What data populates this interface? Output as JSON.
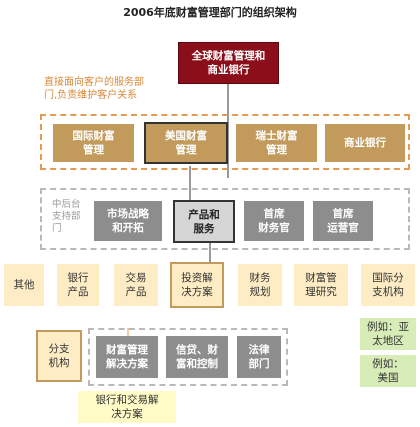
{
  "title": "2006年底财富管理部门的组织架构",
  "top": {
    "line1": "全球财富管理和",
    "line2": "商业银行"
  },
  "note": {
    "line1": "直接面向客户的服务部",
    "line2": "门,负责维护客户关系"
  },
  "front_units": [
    {
      "line1": "国际财富",
      "line2": "管理"
    },
    {
      "line1": "美国财富",
      "line2": "管理"
    },
    {
      "line1": "瑞士财富",
      "line2": "管理"
    },
    {
      "line1": "商业银行",
      "line2": ""
    }
  ],
  "mid_label": {
    "line1": "中后台",
    "line2": "支持部",
    "line3": "门"
  },
  "mid_units": [
    {
      "line1": "市场战略",
      "line2": "和开拓"
    },
    {
      "line1": "产品和",
      "line2": "服务"
    },
    {
      "line1": "首席",
      "line2": "财务官"
    },
    {
      "line1": "首席",
      "line2": "运营官"
    }
  ],
  "product_units": [
    {
      "line1": "其他",
      "line2": ""
    },
    {
      "line1": "银行",
      "line2": "产品"
    },
    {
      "line1": "交易",
      "line2": "产品"
    },
    {
      "line1": "投资解",
      "line2": "决方案"
    },
    {
      "line1": "财务",
      "line2": "规划"
    },
    {
      "line1": "财富管",
      "line2": "理研究"
    },
    {
      "line1": "国际分",
      "line2": "支机构"
    }
  ],
  "examples": [
    {
      "line1": "例如：亚",
      "line2": "太地区"
    },
    {
      "line1": "例如：",
      "line2": "美国"
    }
  ],
  "bottom_units": [
    {
      "line1": "分支",
      "line2": "机构"
    },
    {
      "line1": "财富管理",
      "line2": "解决方案"
    },
    {
      "line1": "信贷、财",
      "line2": "富和控制"
    },
    {
      "line1": "法律",
      "line2": "部门"
    }
  ],
  "bottom_note": {
    "line1": "银行和交易解",
    "line2": "决方案"
  }
}
